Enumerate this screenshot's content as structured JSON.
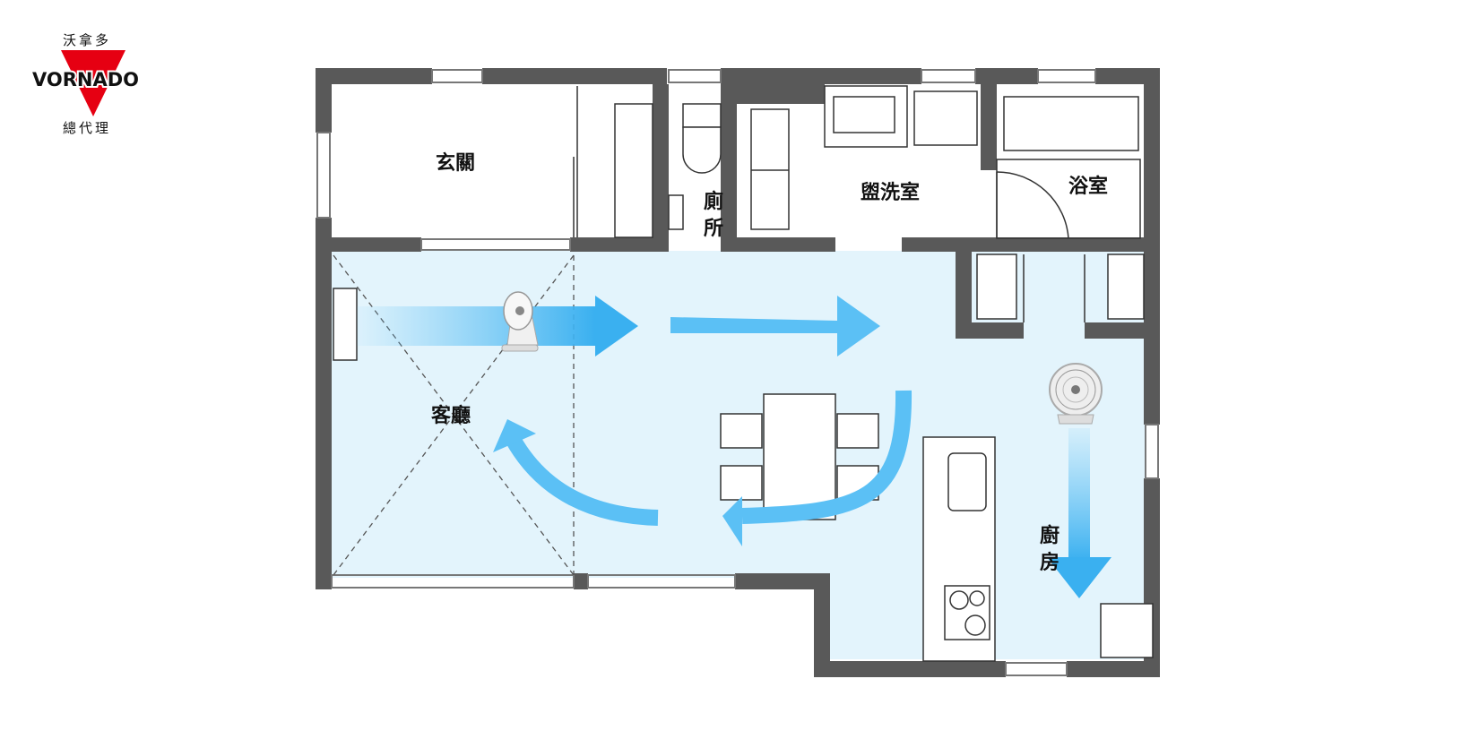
{
  "logo": {
    "brand": "VORNADO",
    "chinese_name": "沃拿多",
    "tagline": "總代理",
    "brand_color": "#e60012"
  },
  "rooms": {
    "entrance": "玄關",
    "toilet_line1": "廁",
    "toilet_line2": "所",
    "washroom": "盥洗室",
    "bathroom": "浴室",
    "living_room": "客廳",
    "kitchen_line1": "廚",
    "kitchen_line2": "房"
  },
  "colors": {
    "wall": "#595959",
    "airflow_area": "#e3f4fc",
    "arrow": "#5bc0f5",
    "arrow_strong": "#3ab0f0"
  },
  "icons": {
    "fan_living": "air-circulator-fan-icon",
    "fan_kitchen": "air-circulator-fan-icon"
  }
}
